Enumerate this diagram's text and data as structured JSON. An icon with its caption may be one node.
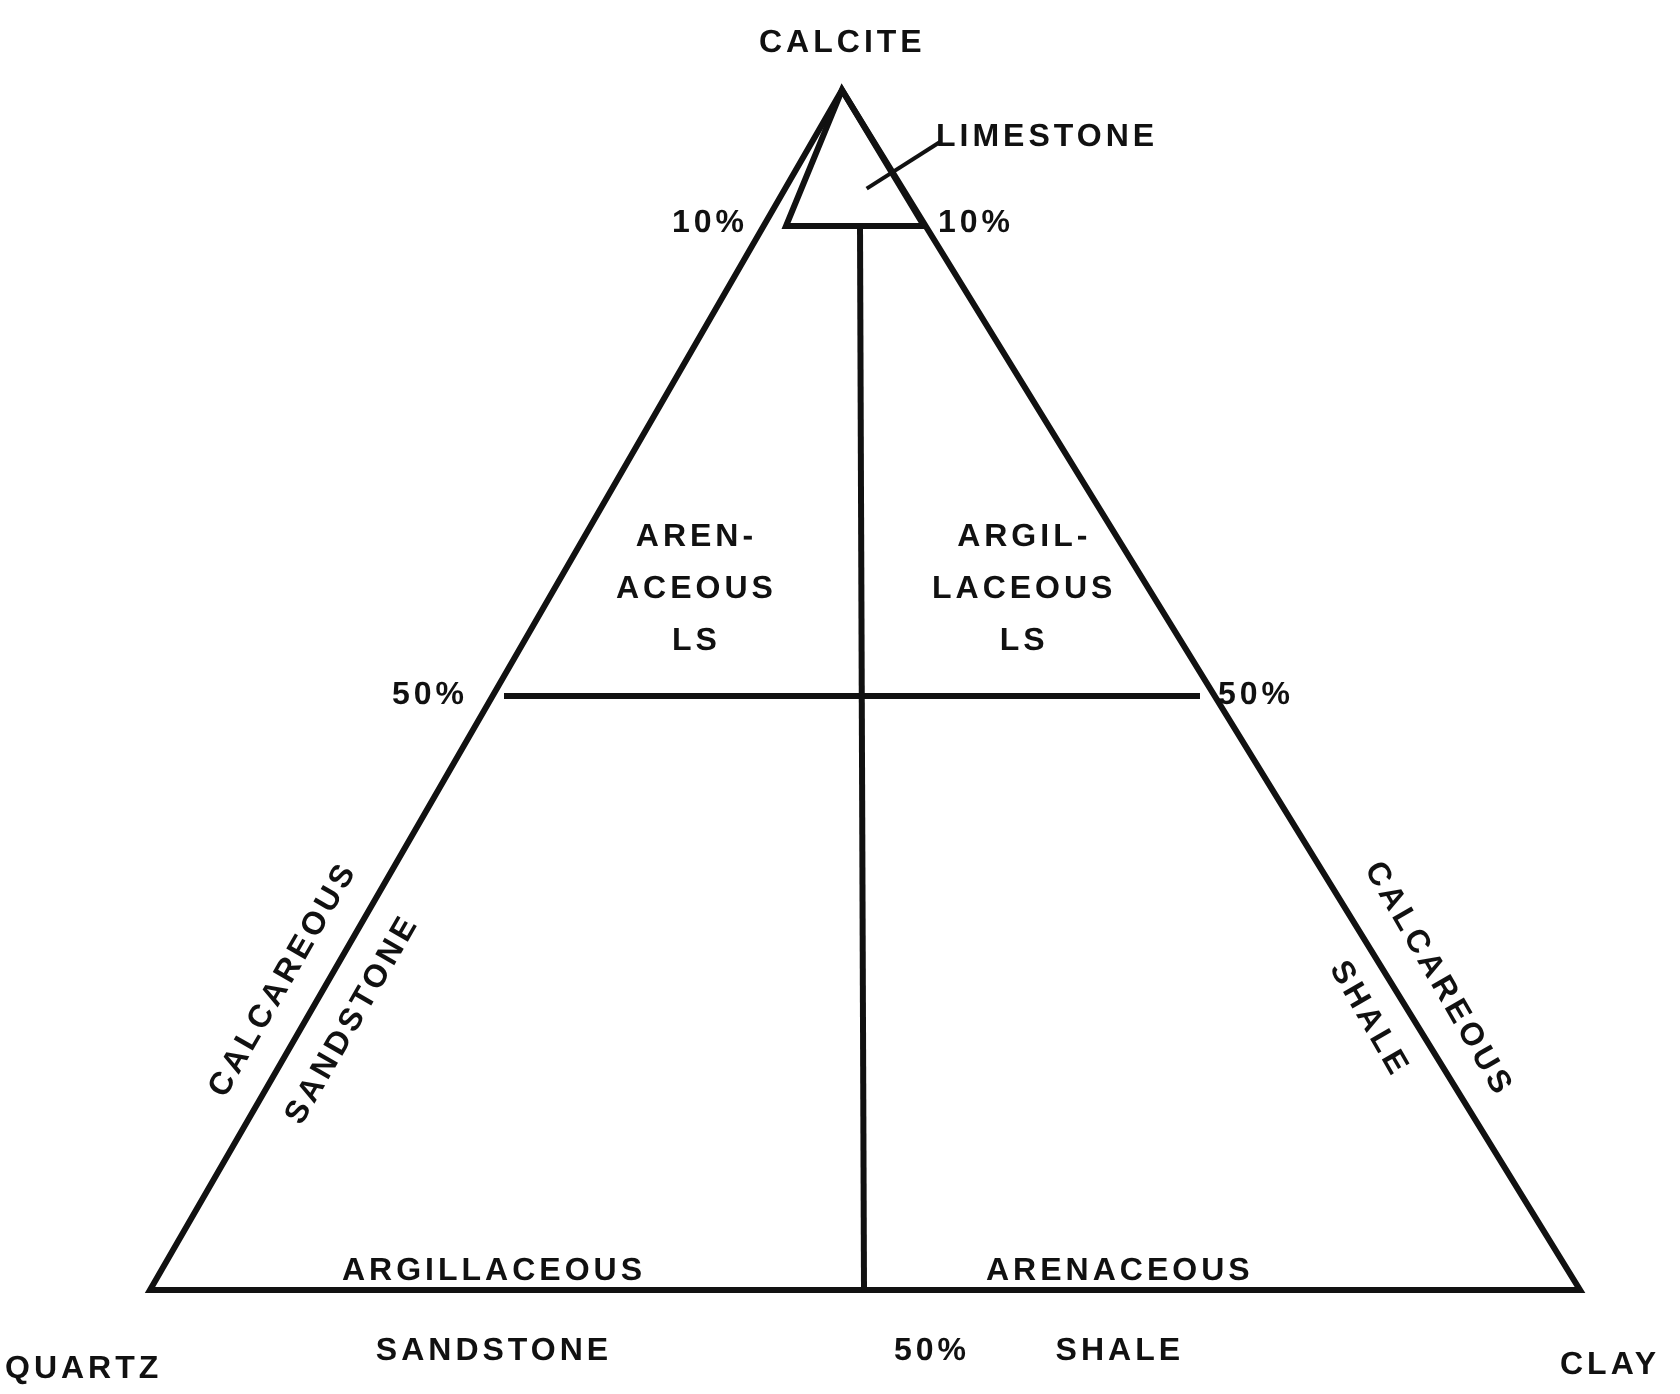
{
  "diagram": {
    "nodes": [
      {
        "text": [
          "LIMESTONE"
        ]
      },
      {
        "text": [],
        "shape": "triangle"
      }
    ],
    "edges": [
      {
        "from": 0,
        "to": 1,
        "arrow": "none"
      }
    ],
    "labels": [
      "CALCITE",
      "10%",
      "10%",
      "AREN- ACEOUS LS",
      "ARGIL- LACEOUS LS",
      "50%",
      "50%",
      "CALCAREOUS SANDSTONE",
      "CALCAREOUS SHALE",
      "ARGILLACEOUS SANDSTONE",
      "ARENACEOUS SHALE",
      "50%",
      "QUARTZ",
      "CLAY"
    ]
  }
}
